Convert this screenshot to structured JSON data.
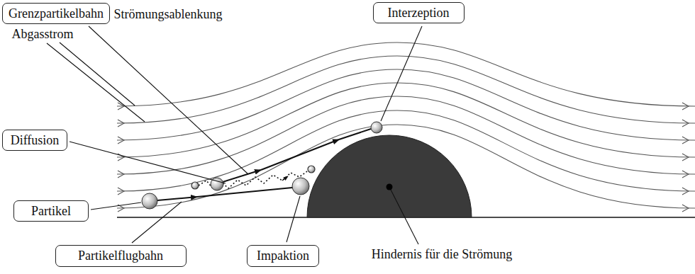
{
  "diagram": {
    "nodes": [
      {
        "text": [
          "Grenzpartikelbahn"
        ]
      },
      {
        "text": [
          "Interzeption"
        ]
      },
      {
        "text": [
          "Diffusion"
        ]
      },
      {
        "text": [
          "Partikel"
        ]
      },
      {
        "text": [
          "Partikelflugbahn"
        ]
      },
      {
        "text": [
          "Impaktion"
        ]
      }
    ],
    "labels": [
      "Strömungsablenkung",
      "Abgasstrom",
      "Hindernis für die Strömung"
    ]
  }
}
